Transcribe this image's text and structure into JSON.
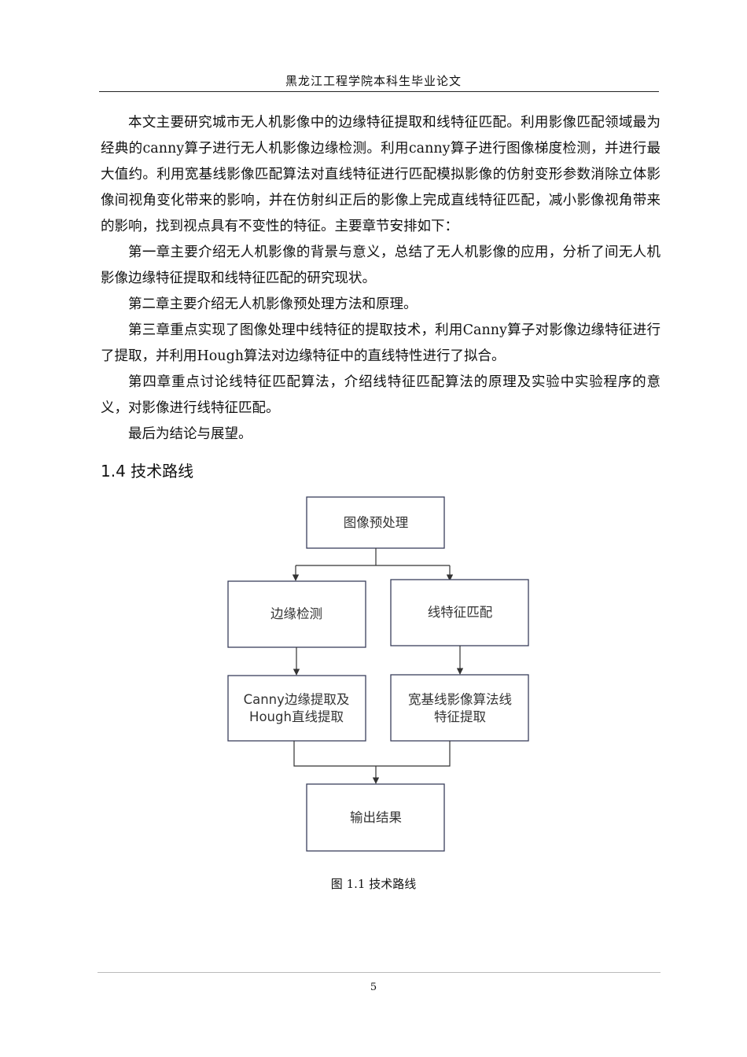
{
  "header": {
    "title": "黑龙江工程学院本科生毕业论文"
  },
  "paragraphs": [
    "本文主要研究城市无人机影像中的边缘特征提取和线特征匹配。利用影像匹配领域最为经典的canny算子进行无人机影像边缘检测。利用canny算子进行图像梯度检测，并进行最大值约。利用宽基线影像匹配算法对直线特征进行匹配模拟影像的仿射变形参数消除立体影像间视角变化带来的影响，并在仿射纠正后的影像上完成直线特征匹配，减小影像视角带来的影响，找到视点具有不变性的特征。主要章节安排如下：",
    "第一章主要介绍无人机影像的背景与意义，总结了无人机影像的应用，分析了间无人机影像边缘特征提取和线特征匹配的研究现状。",
    "第二章主要介绍无人机影像预处理方法和原理。",
    "第三章重点实现了图像处理中线特征的提取技术，利用Canny算子对影像边缘特征进行了提取，并利用Hough算法对边缘特征中的直线特性进行了拟合。",
    "第四章重点讨论线特征匹配算法，介绍线特征匹配算法的原理及实验中实验程序的意义，对影像进行线特征匹配。",
    "最后为结论与展望。"
  ],
  "section": {
    "heading": "1.4 技术路线"
  },
  "flowchart": {
    "preprocess": "图像预处理",
    "edge_detection": "边缘检测",
    "line_matching": "线特征匹配",
    "canny_hough_line1": "Canny边缘提取及",
    "canny_hough_line2": "Hough直线提取",
    "wide_baseline_line1": "宽基线影像算法线",
    "wide_baseline_line2": "特征提取",
    "output": "输出结果"
  },
  "caption": "图 1.1 技术路线",
  "footer": {
    "page_number": "5"
  }
}
